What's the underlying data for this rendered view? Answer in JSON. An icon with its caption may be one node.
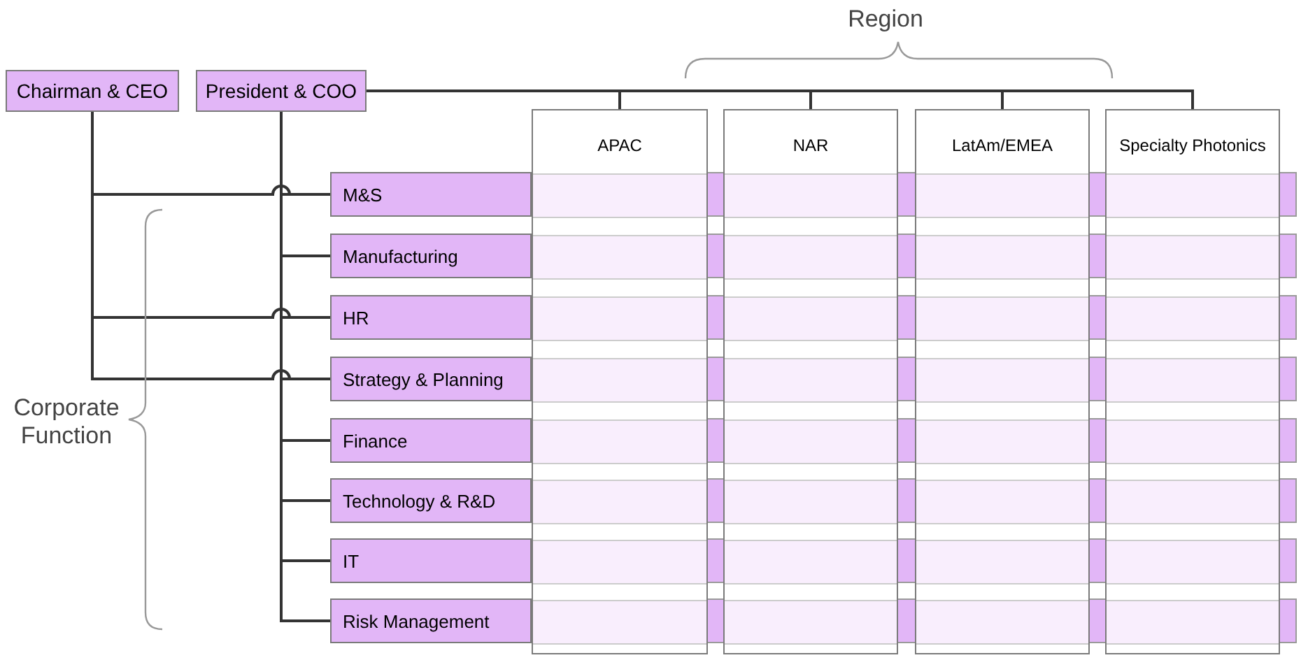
{
  "diagram": {
    "nodes": [
      {
        "text": [
          "Chairman & CEO"
        ]
      },
      {
        "text": [
          "President & COO"
        ]
      },
      {
        "text": [
          "APAC"
        ]
      },
      {
        "text": [
          "NAR"
        ]
      },
      {
        "text": [
          "LatAm/EMEA"
        ]
      },
      {
        "text": [
          "Specialty Photonics"
        ]
      },
      {
        "text": [
          "M&S"
        ]
      },
      {
        "text": [
          "Manufacturing"
        ]
      },
      {
        "text": [
          "HR"
        ]
      },
      {
        "text": [
          "Strategy & Planning"
        ]
      },
      {
        "text": [
          "Finance"
        ]
      },
      {
        "text": [
          "Technology & R&D"
        ]
      },
      {
        "text": [
          "IT"
        ]
      },
      {
        "text": [
          "Risk Management"
        ]
      }
    ],
    "edges": [
      {
        "from": 1,
        "to": 2,
        "arrow": "none"
      },
      {
        "from": 1,
        "to": 3,
        "arrow": "none"
      },
      {
        "from": 1,
        "to": 4,
        "arrow": "none"
      },
      {
        "from": 1,
        "to": 5,
        "arrow": "none"
      },
      {
        "from": 0,
        "to": 6,
        "arrow": "none"
      },
      {
        "from": 0,
        "to": 8,
        "arrow": "none"
      },
      {
        "from": 0,
        "to": 9,
        "arrow": "none"
      },
      {
        "from": 1,
        "to": 6,
        "arrow": "none"
      },
      {
        "from": 1,
        "to": 7,
        "arrow": "none"
      },
      {
        "from": 1,
        "to": 8,
        "arrow": "none"
      },
      {
        "from": 1,
        "to": 9,
        "arrow": "none"
      },
      {
        "from": 1,
        "to": 10,
        "arrow": "none"
      },
      {
        "from": 1,
        "to": 11,
        "arrow": "none"
      },
      {
        "from": 1,
        "to": 12,
        "arrow": "none"
      },
      {
        "from": 1,
        "to": 13,
        "arrow": "none"
      }
    ],
    "labels": [
      "Region",
      "Corporate Function"
    ]
  }
}
